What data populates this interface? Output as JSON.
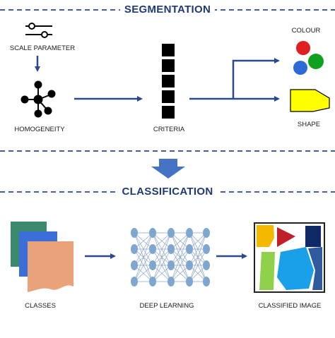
{
  "sections": {
    "segmentation": "SEGMENTATION",
    "classification": "CLASSIFICATION"
  },
  "labels": {
    "scale_parameter": "SCALE PARAMETER",
    "homogeneity": "HOMOGENEITY",
    "criteria": "CRITERIA",
    "colour": "COLOUR",
    "shape": "SHAPE",
    "classes": "CLASSES",
    "deep_learning": "DEEP LEARNING",
    "classified_image": "CLASSIFIED IMAGE"
  },
  "colors": {
    "title": "#1f3a73",
    "arrow": "#2a4a8c",
    "dash": "#2a4a8c",
    "big_arrow": "#4472c4",
    "colour_red": "#e02020",
    "colour_green": "#10a020",
    "colour_blue": "#2d6cd6",
    "shape_fill": "#ffff00",
    "class_green": "#3c8a6e",
    "class_blue": "#3a6ed8",
    "class_orange": "#e9a27a",
    "neuron": "#7fa6cf"
  }
}
